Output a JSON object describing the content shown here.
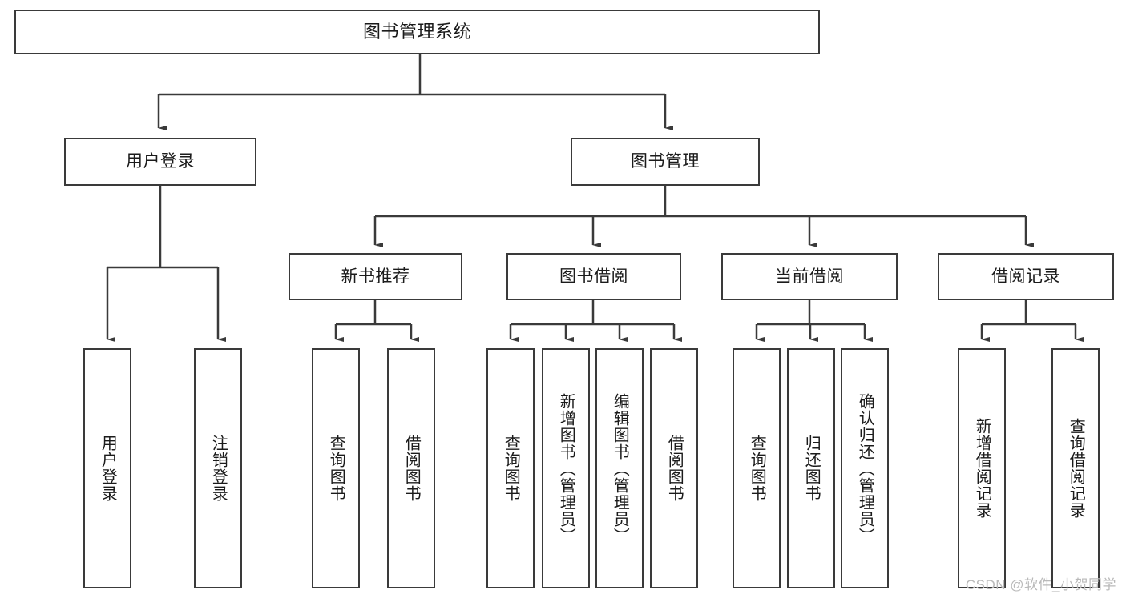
{
  "diagram": {
    "title": "图书管理系统",
    "type": "function-tree",
    "watermark": "CSDN @软件_小贺同学",
    "colors": {
      "box_border": "#3a3a3a",
      "box_fill": "#ffffff",
      "edge": "#3a3a3a",
      "text": "#1b1b1b",
      "watermark": "#b9b9b9"
    },
    "nodes": {
      "root": {
        "label": "图书管理系统"
      },
      "level2": [
        {
          "id": "user-login",
          "label": "用户登录"
        },
        {
          "id": "book-manage",
          "label": "图书管理"
        }
      ],
      "level3": [
        {
          "id": "new-book-recommend",
          "label": "新书推荐"
        },
        {
          "id": "book-borrow",
          "label": "图书借阅"
        },
        {
          "id": "current-borrow",
          "label": "当前借阅"
        },
        {
          "id": "borrow-record",
          "label": "借阅记录"
        }
      ],
      "leaves": {
        "user-login": [
          {
            "id": "leaf-user-login",
            "label": "用户登录"
          },
          {
            "id": "leaf-logout",
            "label": "注销登录"
          }
        ],
        "new-book-recommend": [
          {
            "id": "leaf-query-book-1",
            "label": "查询图书"
          },
          {
            "id": "leaf-borrow-book-1",
            "label": "借阅图书"
          }
        ],
        "book-borrow": [
          {
            "id": "leaf-query-book-2",
            "label": "查询图书"
          },
          {
            "id": "leaf-add-book",
            "label": "新增图书（管理员）"
          },
          {
            "id": "leaf-edit-book",
            "label": "编辑图书（管理员）"
          },
          {
            "id": "leaf-borrow-book-2",
            "label": "借阅图书"
          }
        ],
        "current-borrow": [
          {
            "id": "leaf-query-book-3",
            "label": "查询图书"
          },
          {
            "id": "leaf-return-book",
            "label": "归还图书"
          },
          {
            "id": "leaf-confirm-return",
            "label": "确认归还（管理员）"
          }
        ],
        "borrow-record": [
          {
            "id": "leaf-add-record",
            "label": "新增借阅记录"
          },
          {
            "id": "leaf-query-record",
            "label": "查询借阅记录"
          }
        ]
      }
    }
  }
}
